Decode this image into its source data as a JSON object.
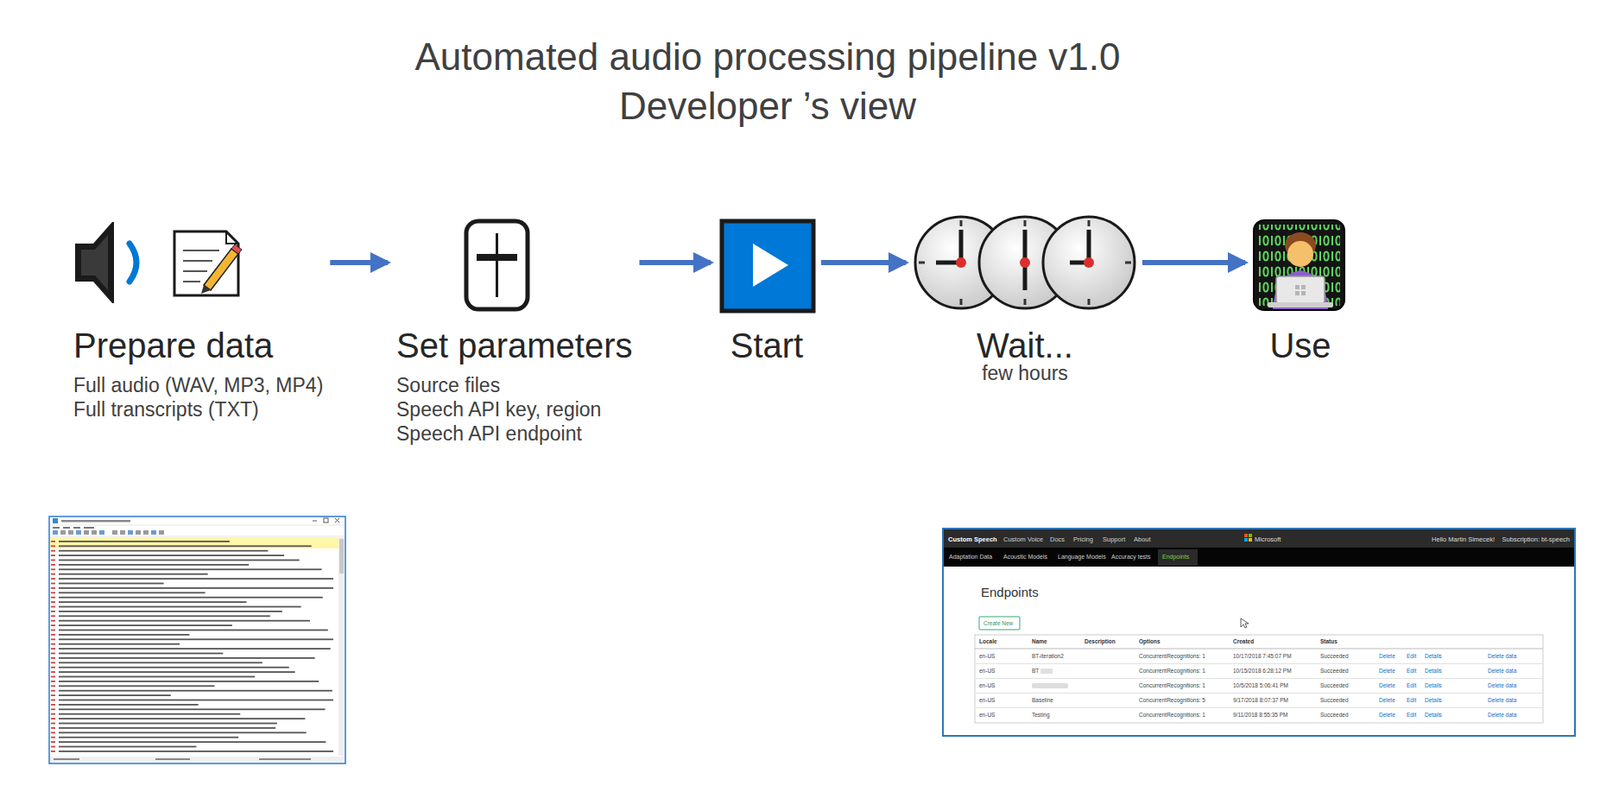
{
  "diagram": {
    "title": "Automated audio processing pipeline v1.0 Developer ’s view",
    "nodes": [
      {
        "text": [
          "Prepare data",
          "Full audio (WAV, MP3, MP4)",
          "Full transcripts (TXT)"
        ]
      },
      {
        "text": [
          "Set parameters",
          "Source files",
          "Speech API key, region",
          "Speech API endpoint"
        ]
      },
      {
        "text": [
          "Start"
        ]
      },
      {
        "text": [
          "Wait...",
          "few hours"
        ]
      },
      {
        "text": [
          "Use"
        ]
      }
    ],
    "edges": [
      {
        "from": 0,
        "to": 1,
        "arrow": "to"
      },
      {
        "from": 1,
        "to": 2,
        "arrow": "to"
      },
      {
        "from": 2,
        "to": 3,
        "arrow": "to"
      },
      {
        "from": 3,
        "to": 4,
        "arrow": "to"
      }
    ],
    "labels": [
      "Custom Speech",
      "Custom Voice",
      "Docs",
      "Pricing",
      "Support",
      "About",
      "Microsoft",
      "Hello Martin Simecek!",
      "Subscription: bt-speech",
      "Adaptation Data",
      "Acoustic Models",
      "Language Models",
      "Accuracy tests",
      "Endpoints",
      "Endpoints",
      "Create New",
      "Locale",
      "Name",
      "Description",
      "Options",
      "Created",
      "Status",
      "en-US",
      "BT-iteration2",
      "ConcurrentRecognitions: 1",
      "10/17/2018 7:45:07 PM",
      "Succeeded",
      "Delete",
      "Edit",
      "Details",
      "Delete data",
      "en-US",
      "BT",
      "ConcurrentRecognitions: 1",
      "10/15/2018 6:28:12 PM",
      "Succeeded",
      "Delete",
      "Edit",
      "Details",
      "Delete data",
      "en-US",
      "ConcurrentRecognitions: 1",
      "10/5/2018 5:06:41 PM",
      "Succeeded",
      "Delete",
      "Edit",
      "Details",
      "Delete data",
      "en-US",
      "Baseline",
      "ConcurrentRecognitions: 5",
      "9/17/2018 8:07:37 PM",
      "Succeeded",
      "Delete",
      "Edit",
      "Details",
      "Delete data",
      "en-US",
      "Testing",
      "ConcurrentRecognitions: 1",
      "9/11/2018 8:55:35 PM",
      "Succeeded",
      "Delete",
      "Edit",
      "Details",
      "Delete data"
    ]
  }
}
